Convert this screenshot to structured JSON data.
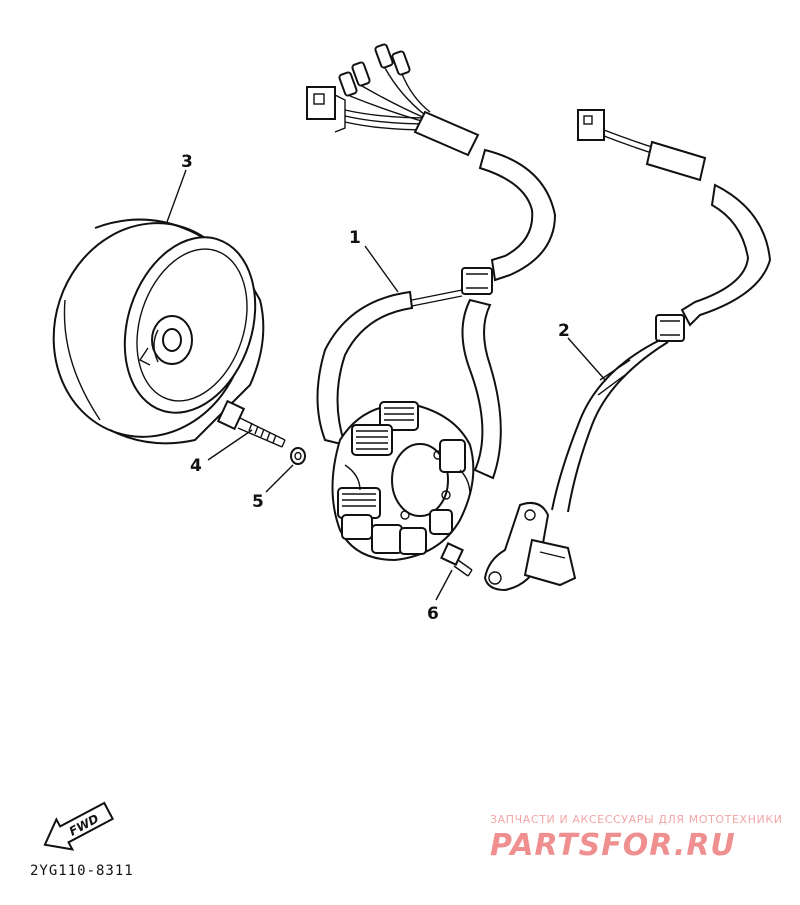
{
  "callouts": {
    "c1": "1",
    "c2": "2",
    "c3": "3",
    "c4": "4",
    "c5": "5",
    "c6": "6"
  },
  "fwd_label": "FWD",
  "drawing_code": "2YG110-8311",
  "watermark": {
    "tagline": "ЗАПЧАСТИ И АКСЕССУАРЫ ДЛЯ МОТОТЕХНИКИ",
    "brand": "PARTSFOR.RU"
  }
}
